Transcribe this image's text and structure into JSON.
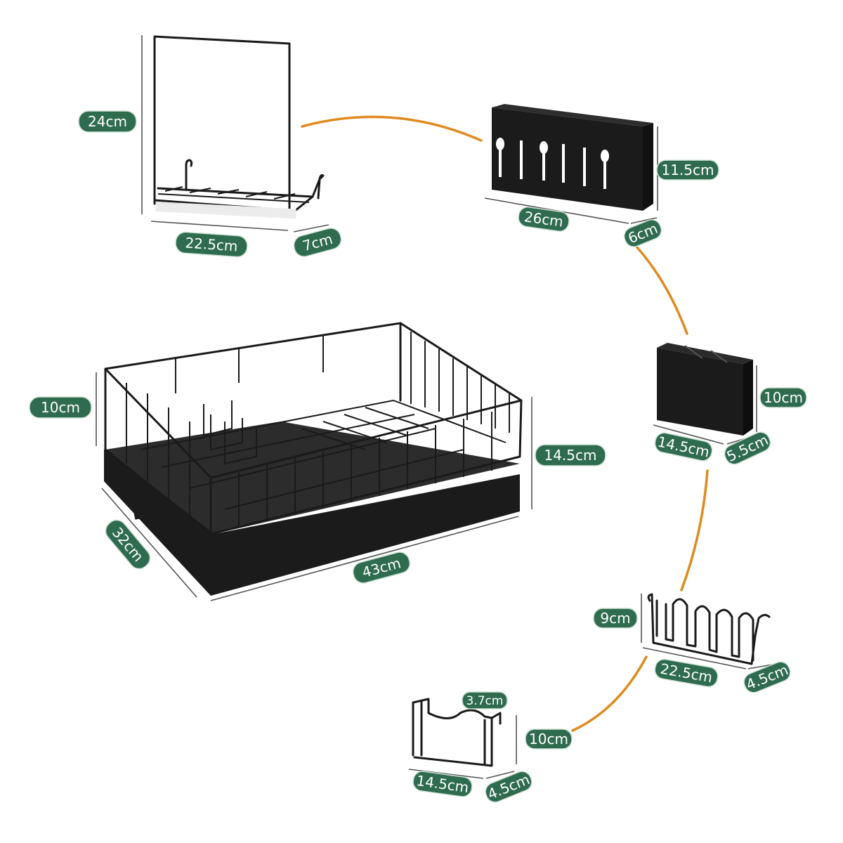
{
  "colors": {
    "label_bg": "#2f6b4f",
    "label_border": "#cfe3d6",
    "label_text": "#ffffff",
    "connector": "#e08a1e",
    "product": "#1b1b1b"
  },
  "components": {
    "cutting_board_rack": {
      "height": "24cm",
      "width": "22.5cm",
      "depth": "7cm"
    },
    "utensil_holder_large": {
      "height": "11.5cm",
      "width": "26cm",
      "depth": "6cm"
    },
    "main_rack": {
      "inner_height": "10cm",
      "total_height": "14.5cm",
      "depth": "32cm",
      "width": "43cm"
    },
    "utensil_cup_small": {
      "height": "10cm",
      "width": "14.5cm",
      "depth": "5.5cm"
    },
    "plate_holder": {
      "height": "9cm",
      "width": "22.5cm",
      "depth": "4.5cm"
    },
    "lid_holder": {
      "notch": "3.7cm",
      "height": "10cm",
      "width": "14.5cm",
      "depth": "4.5cm"
    }
  }
}
